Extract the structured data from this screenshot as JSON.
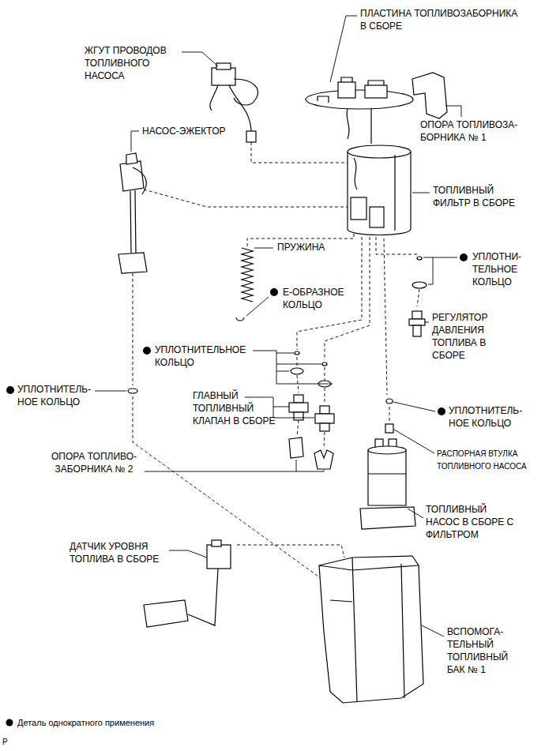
{
  "diagram": {
    "labels": [
      "ЖГУТ ПРОВОДОВ ТОПЛИВНОГО НАСОСА",
      "ПЛАСТИНА ТОПЛИВОЗАБОРНИКА В СБОРЕ",
      "НАСОС-ЭЖЕКТОР",
      "ОПОРА ТОПЛИВОЗА- БОРНИКА № 1",
      "ТОПЛИВНЫЙ ФИЛЬТР В СБОРЕ",
      "ПРУЖИНА",
      "УПЛОТНИ- ТЕЛЬНОЕ КОЛЬЦО",
      "Е-ОБРАЗНОЕ КОЛЬЦО",
      "РЕГУЛЯТОР ДАВЛЕНИЯ ТОПЛИВА В СБОРЕ",
      "УПЛОТНИТЕЛЬНОЕ КОЛЬЦО",
      "УПЛОТНИТЕЛЬ- НОЕ КОЛЬЦО",
      "ГЛАВНЫЙ ТОПЛИВНЫЙ КЛАПАН В СБОРЕ",
      "УПЛОТНИТЕЛЬ- НОЕ КОЛЬЦО",
      "РАСПОРНАЯ ВТУЛКА ТОПЛИВНОГО НАСОСА",
      "ОПОРА ТОПЛИВО- ЗАБОРНИКА № 2",
      "ТОПЛИВНЫЙ НАСОС В СБОРЕ С ФИЛЬТРОМ",
      "ДАТЧИК УРОВНЯ ТОПЛИВА В СБОРЕ",
      "ВСПОМОГА- ТЕЛЬНЫЙ ТОПЛИВНЫЙ БАК № 1",
      "P"
    ],
    "legend": [
      {
        "text": "Деталь однократного применения"
      }
    ]
  }
}
